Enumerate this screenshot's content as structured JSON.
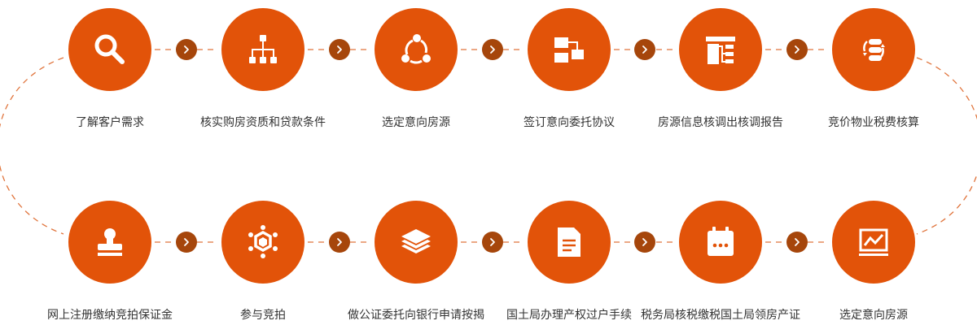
{
  "colors": {
    "accent": "#e25309",
    "arrow": "#a6460b",
    "dash": "#e0743c",
    "text": "#333333"
  },
  "steps_top": [
    {
      "label": "了解客户需求",
      "icon": "search-icon"
    },
    {
      "label": "核实购房资质和贷款条件",
      "icon": "hierarchy-icon"
    },
    {
      "label": "选定意向房源",
      "icon": "share-nodes-icon"
    },
    {
      "label": "签订意向委托协议",
      "icon": "flow-blocks-icon"
    },
    {
      "label": "房源信息核调出核调报告",
      "icon": "tree-structure-icon"
    },
    {
      "label": "竞价物业税费核算",
      "icon": "cycle-blocks-icon"
    }
  ],
  "steps_bottom": [
    {
      "label": "网上注册缴纳竞拍保证金",
      "icon": "stamp-icon"
    },
    {
      "label": "参与竞拍",
      "icon": "hexagon-network-icon"
    },
    {
      "label": "做公证委托向银行申请按揭",
      "icon": "layers-icon"
    },
    {
      "label": "国土局办理产权过户手续",
      "icon": "document-icon"
    },
    {
      "label": "税务局核税缴税国土局领房产证",
      "icon": "calendar-icon"
    },
    {
      "label": "选定意向房源",
      "icon": "line-chart-icon"
    }
  ],
  "connector_icon": "chevron-right-icon"
}
